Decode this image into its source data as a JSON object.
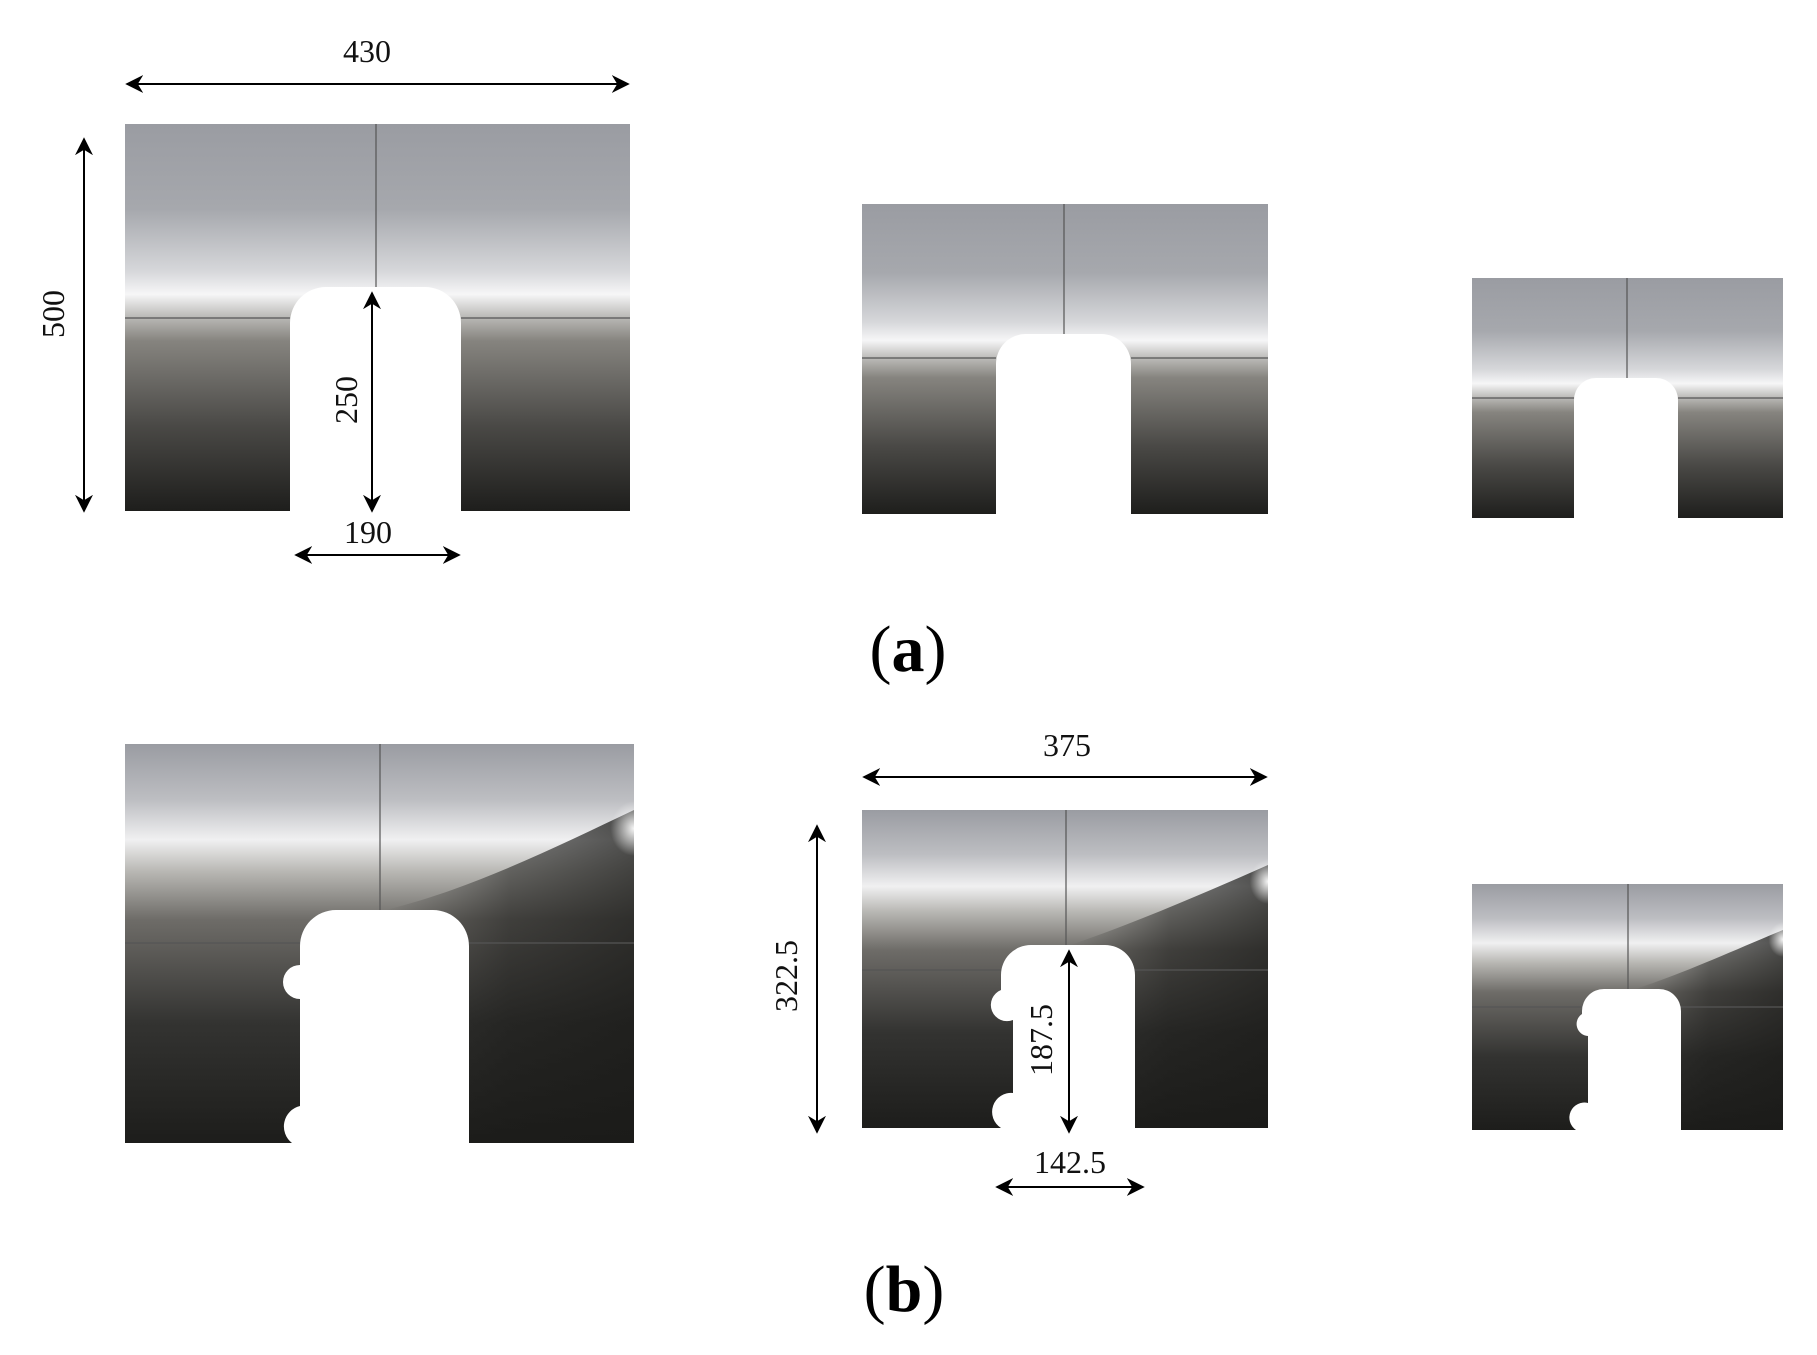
{
  "panels": {
    "a": {
      "label_paren_open": "(",
      "label_letter": "a",
      "label_paren_close": ")",
      "dimensions": {
        "width": "430",
        "height": "500",
        "slot_depth": "250",
        "slot_width": "190"
      }
    },
    "b": {
      "label_paren_open": "(",
      "label_letter": "b",
      "label_paren_close": ")",
      "dimensions": {
        "width": "375",
        "height": "322.5",
        "slot_depth": "187.5",
        "slot_width": "142.5"
      }
    }
  },
  "colors": {
    "block_top": "#9c9ea4",
    "block_highlight": "#f4f4f6",
    "block_mid": "#7a7873",
    "block_bottom": "#1f1f1d",
    "mesh_line": "#4a4a4a",
    "dimension_line": "#000000"
  }
}
